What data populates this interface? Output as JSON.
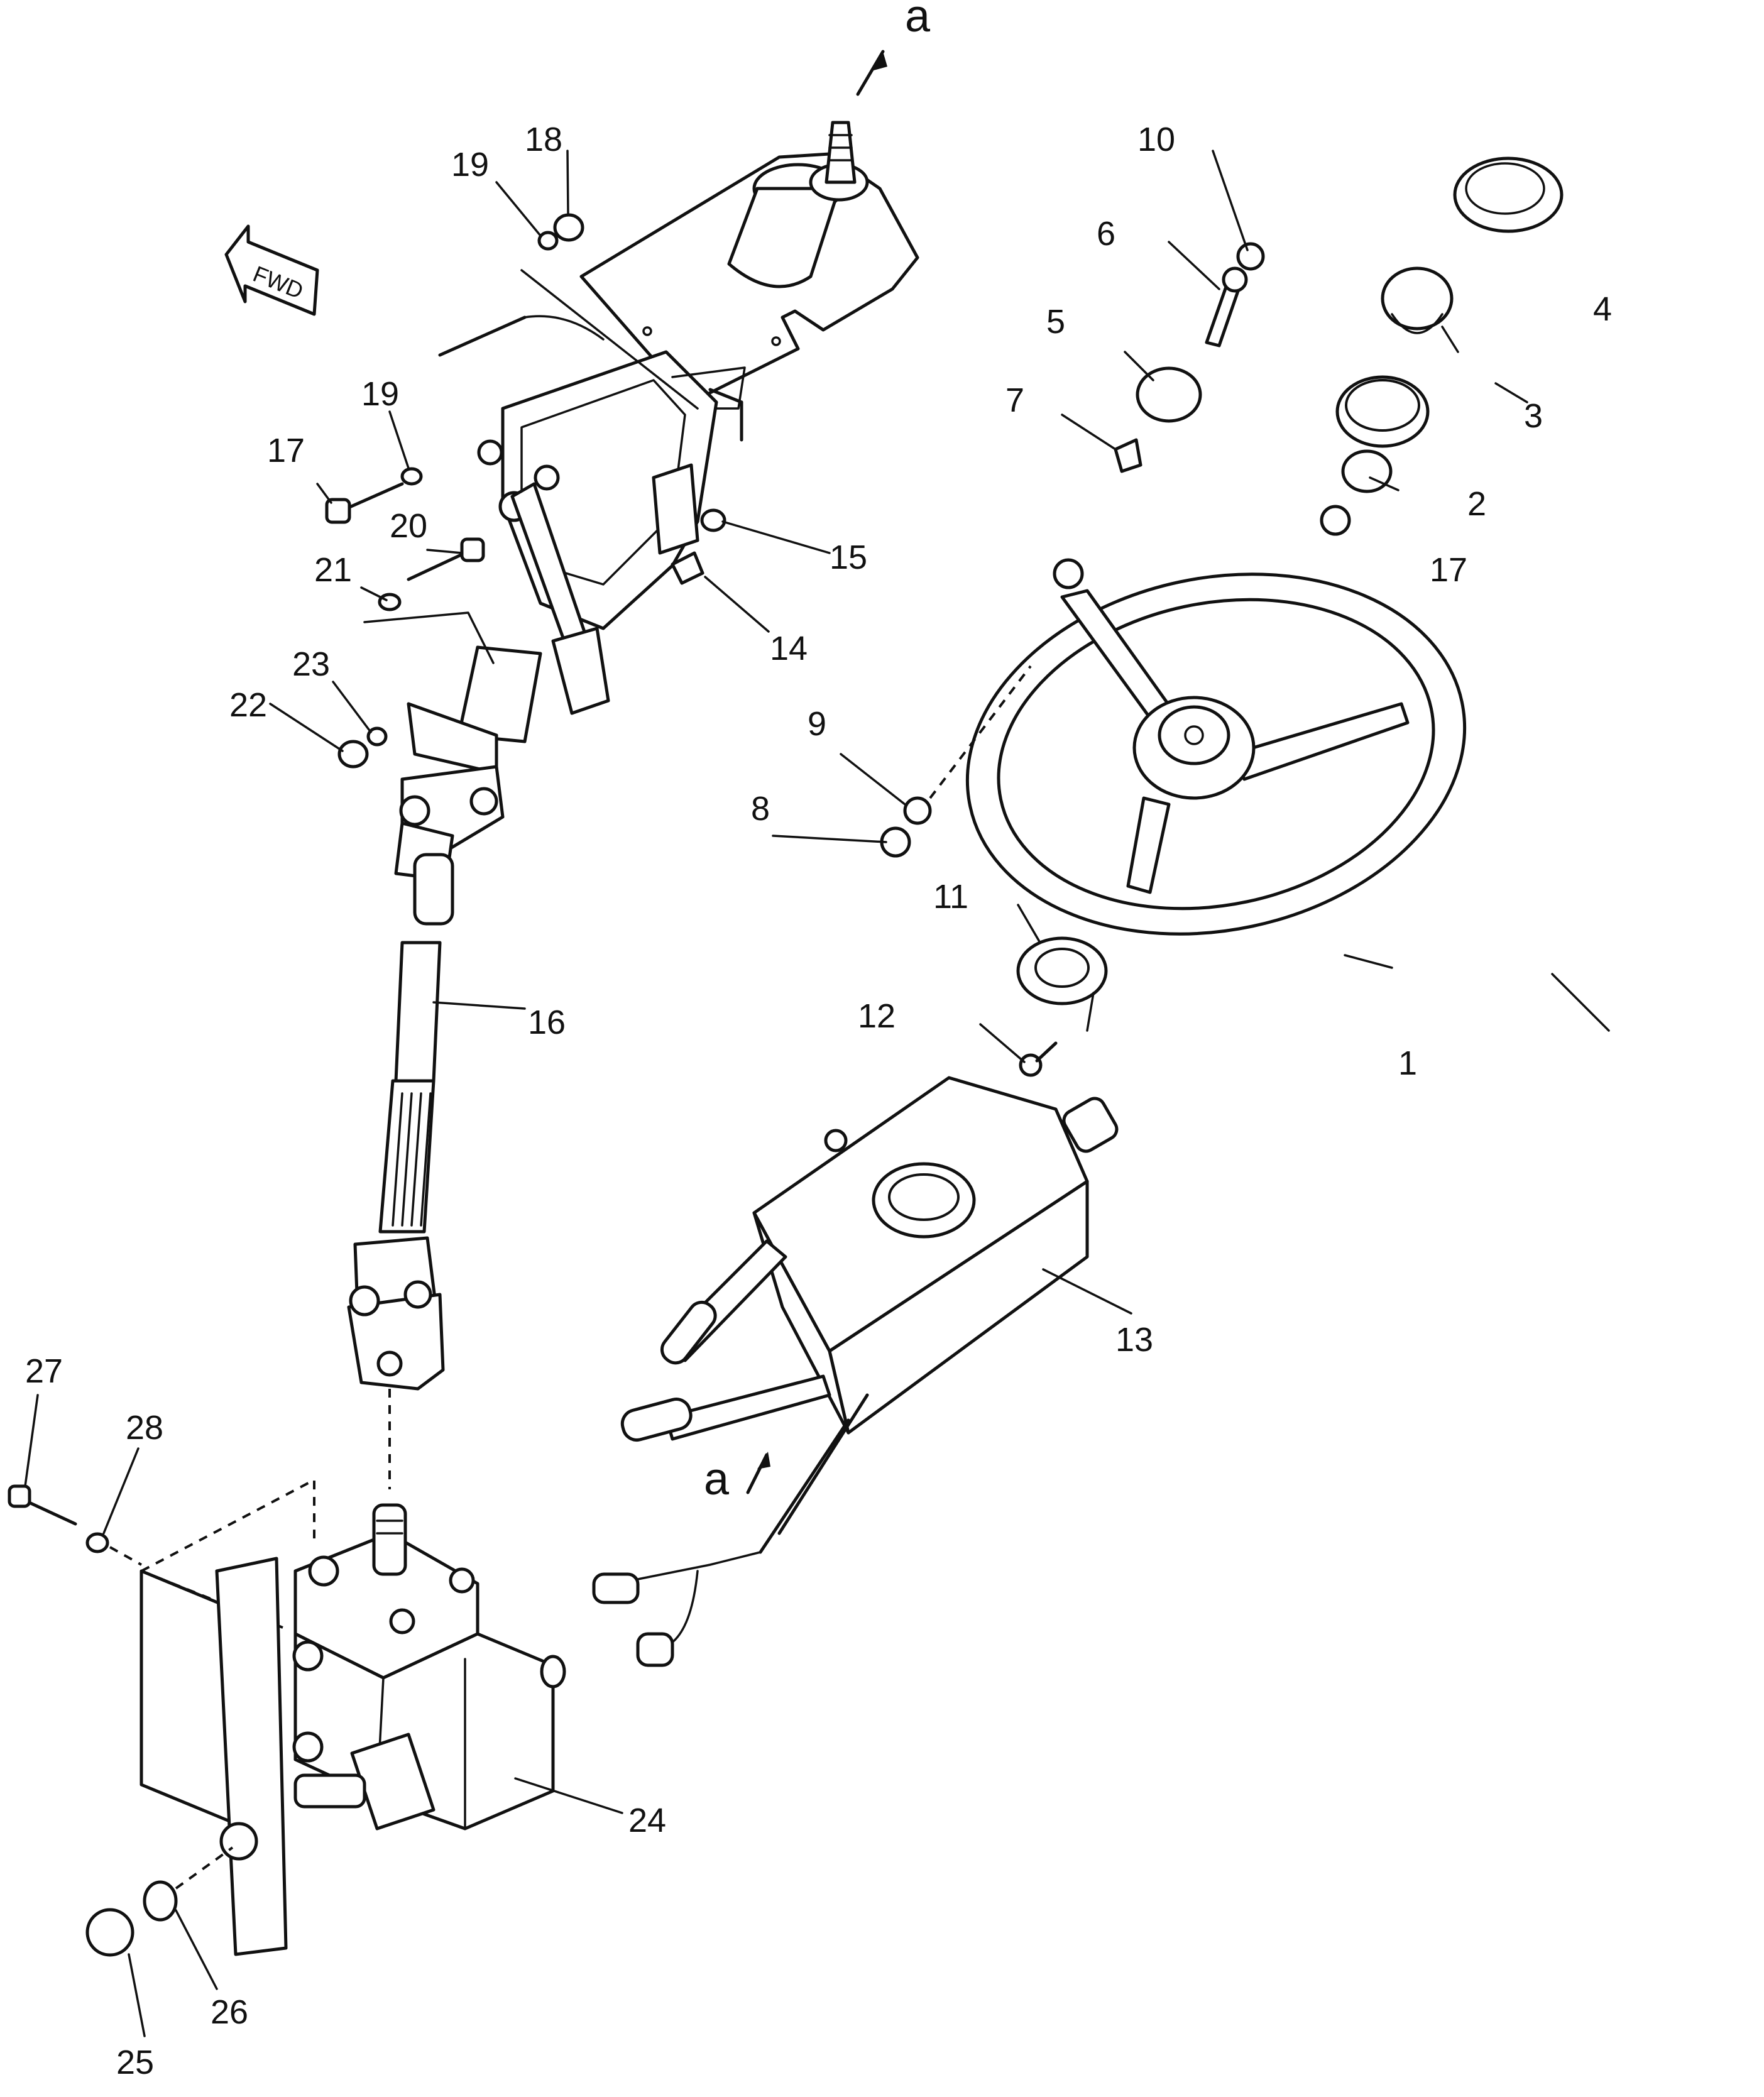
{
  "diagram": {
    "fwd_label": "FWD",
    "ref_a_top": "a",
    "ref_a_bottom": "a",
    "callouts": {
      "c1": "1",
      "c2": "2",
      "c3": "3",
      "c4": "4",
      "c5": "5",
      "c6": "6",
      "c7": "7",
      "c8": "8",
      "c9": "9",
      "c10": "10",
      "c11": "11",
      "c12": "12",
      "c13": "13",
      "c14": "14",
      "c15": "15",
      "c16": "16",
      "c17a": "17",
      "c17b": "17",
      "c18": "18",
      "c19a": "19",
      "c19b": "19",
      "c20": "20",
      "c21": "21",
      "c22": "22",
      "c23": "23",
      "c24": "24",
      "c25": "25",
      "c26": "26",
      "c27": "27",
      "c28": "28"
    }
  }
}
